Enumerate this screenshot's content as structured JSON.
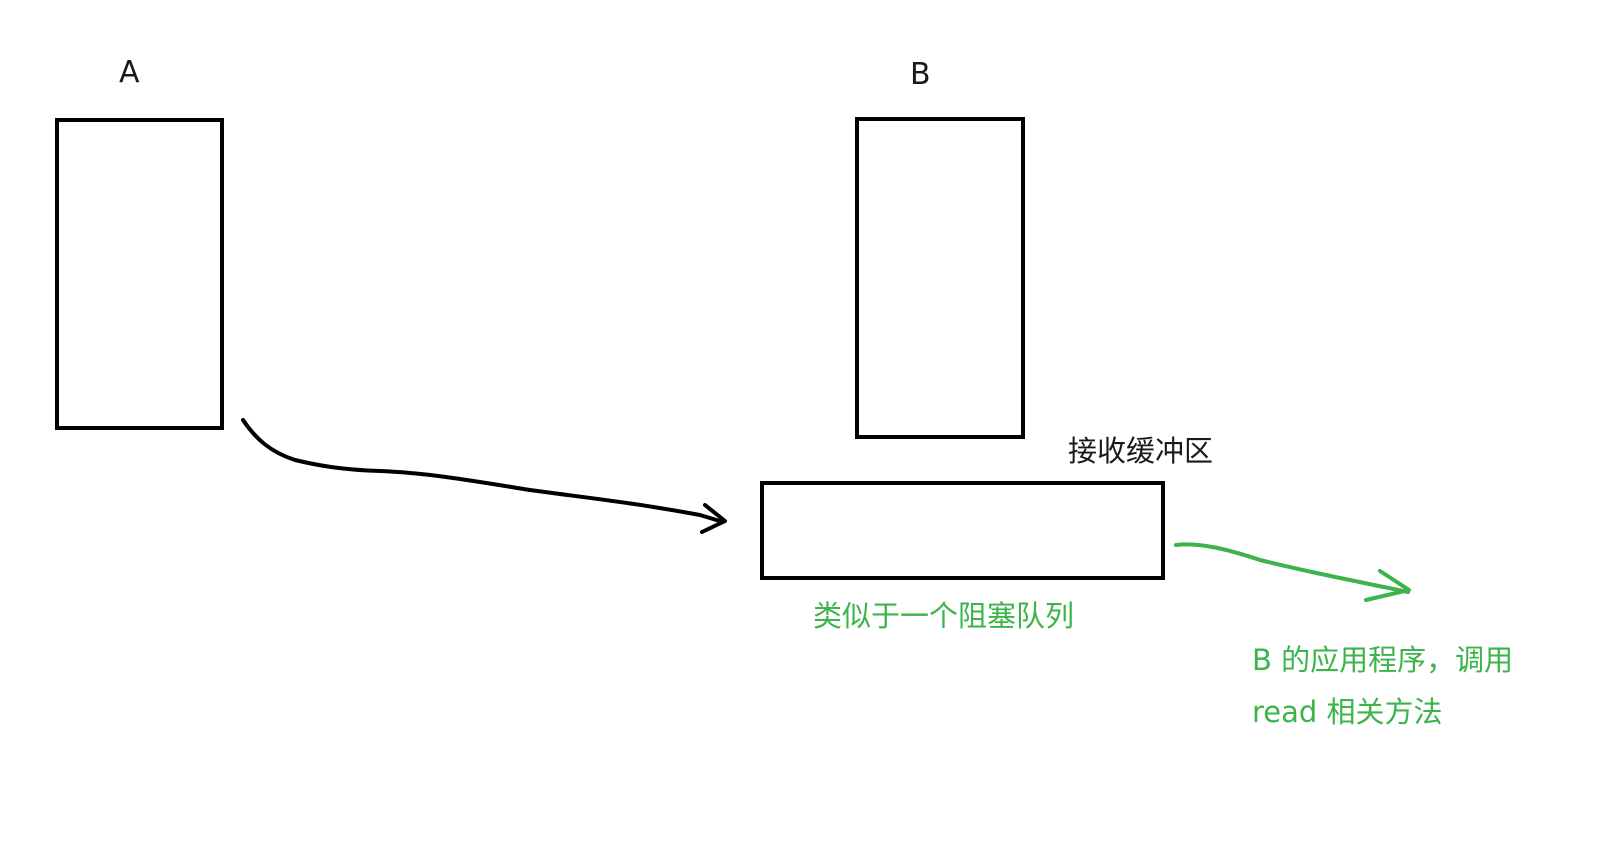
{
  "diagram": {
    "nodes": {
      "a": {
        "label": "A"
      },
      "b": {
        "label": "B"
      },
      "buffer": {
        "label": "接收缓冲区"
      }
    },
    "annotations": {
      "queue_note": "类似于一个阻塞队列",
      "read_note_line1": "B 的应用程序，调用",
      "read_note_line2": "read 相关方法"
    },
    "colors": {
      "ink": "#000000",
      "annotation": "#3cb44b"
    }
  }
}
